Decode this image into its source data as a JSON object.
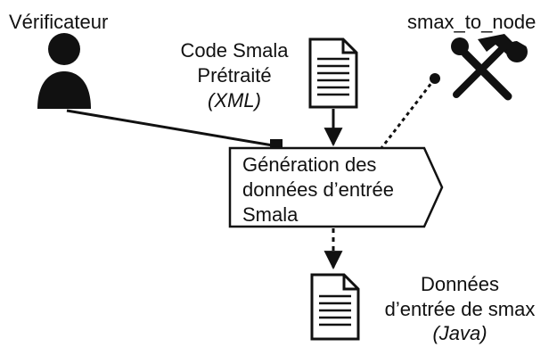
{
  "actor": {
    "label": "Vérificateur",
    "icon": "person-icon"
  },
  "tool": {
    "label": "smax_to_node",
    "icon": "hammer-wrench-icon"
  },
  "input": {
    "line1": "Code Smala",
    "line2": "Prétraité",
    "line3": "(XML)",
    "icon": "document-icon"
  },
  "process": {
    "line1": "Génération des",
    "line2": "données d’entrée",
    "line3": "Smala"
  },
  "output": {
    "line1": "Données",
    "line2": "d’entrée de smax",
    "line3": "(Java)",
    "icon": "document-icon"
  }
}
